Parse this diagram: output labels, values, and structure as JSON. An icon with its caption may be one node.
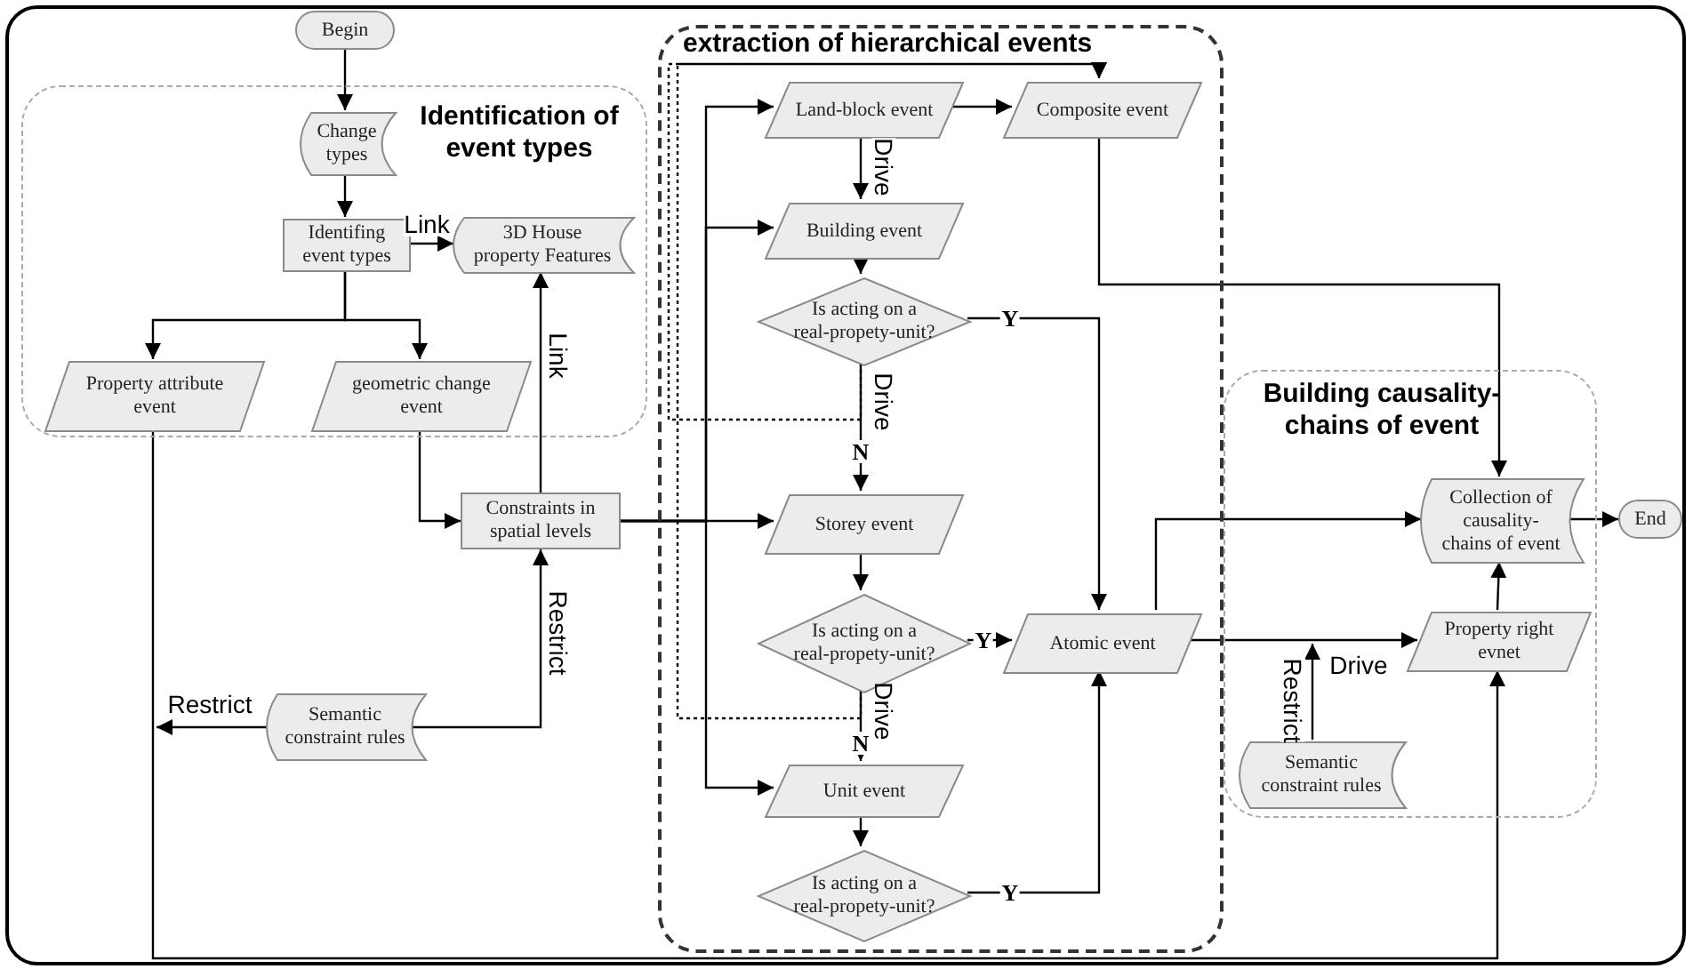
{
  "diagram": {
    "nodes": [
      {
        "text": [
          "Begin"
        ]
      },
      {
        "text": [
          "Identification of event types"
        ]
      },
      {
        "text": [
          "Change types"
        ],
        "in": 1
      },
      {
        "text": [
          "Identifing event types"
        ],
        "in": 1
      },
      {
        "text": [
          "3D House property Features"
        ],
        "in": 1
      },
      {
        "text": [
          "Property attribute event"
        ],
        "in": 1
      },
      {
        "text": [
          "geometric change event"
        ],
        "in": 1
      },
      {
        "text": [
          "extraction of hierarchical events"
        ]
      },
      {
        "text": [
          "Land-block event"
        ],
        "in": 7
      },
      {
        "text": [
          "Composite event"
        ],
        "in": 7
      },
      {
        "text": [
          "Building event"
        ],
        "in": 7
      },
      {
        "text": [
          "Is acting on a real-propety-unit?"
        ],
        "in": 7
      },
      {
        "text": [
          "Constraints in spatial levels"
        ]
      },
      {
        "text": [
          "Storey event"
        ],
        "in": 7
      },
      {
        "text": [
          "Is acting on a real-propety-unit?"
        ],
        "in": 7
      },
      {
        "text": [
          "Atomic event"
        ],
        "in": 7
      },
      {
        "text": [
          "Semantic constraint rules"
        ]
      },
      {
        "text": [
          "Unit event"
        ],
        "in": 7
      },
      {
        "text": [
          "Is acting on a real-propety-unit?"
        ],
        "in": 7
      },
      {
        "text": [
          "Building causality-chains of event"
        ]
      },
      {
        "text": [
          "Collection of causality-chains of event"
        ],
        "in": 19
      },
      {
        "text": [
          "End"
        ]
      },
      {
        "text": [
          "Property right evnet"
        ],
        "in": 19
      },
      {
        "text": [
          "Semantic constraint rules"
        ],
        "in": 19
      }
    ],
    "edges": [
      {
        "from": 0,
        "to": 2,
        "arrow": "to"
      },
      {
        "from": 2,
        "to": 3,
        "arrow": "to"
      },
      {
        "from": 3,
        "to": 4,
        "arrow": "to",
        "label": "Link"
      },
      {
        "from": 3,
        "to": 5,
        "arrow": "to"
      },
      {
        "from": 3,
        "to": 6,
        "arrow": "to"
      },
      {
        "from": 6,
        "to": 12,
        "arrow": "to"
      },
      {
        "from": 12,
        "to": 4,
        "arrow": "to",
        "label": "Link"
      },
      {
        "from": 16,
        "to": 12,
        "arrow": "to",
        "label": "Restrict"
      },
      {
        "from": 16,
        "to": null,
        "arrow": "to",
        "label": "Restrict"
      },
      {
        "from": 5,
        "to": 22,
        "arrow": "to"
      },
      {
        "from": 12,
        "to": 8,
        "arrow": "to"
      },
      {
        "from": 12,
        "to": 10,
        "arrow": "to"
      },
      {
        "from": 12,
        "to": 13,
        "arrow": "to"
      },
      {
        "from": 12,
        "to": 17,
        "arrow": "to"
      },
      {
        "from": 8,
        "to": 10,
        "arrow": "to",
        "label": "Drive"
      },
      {
        "from": 8,
        "to": 9,
        "arrow": "to"
      },
      {
        "from": 10,
        "to": 11,
        "arrow": "to"
      },
      {
        "from": 11,
        "to": 13,
        "arrow": "to",
        "label": "N"
      },
      {
        "from": 11,
        "to": 15,
        "arrow": "to",
        "label": "Y"
      },
      {
        "from": 11,
        "to": 9,
        "arrow": "to",
        "style": "dashed"
      },
      {
        "from": 13,
        "to": 14,
        "arrow": "to"
      },
      {
        "from": 14,
        "to": 15,
        "arrow": "to",
        "label": "Y"
      },
      {
        "from": 14,
        "to": 17,
        "arrow": "to",
        "label": "N"
      },
      {
        "from": 14,
        "to": 9,
        "arrow": "to",
        "style": "dashed"
      },
      {
        "from": 17,
        "to": 18,
        "arrow": "to"
      },
      {
        "from": 18,
        "to": 15,
        "arrow": "to",
        "label": "Y"
      },
      {
        "from": 9,
        "to": 20,
        "arrow": "to"
      },
      {
        "from": 15,
        "to": 20,
        "arrow": "to"
      },
      {
        "from": 15,
        "to": 22,
        "arrow": "to",
        "label": "Drive"
      },
      {
        "from": 23,
        "to": null,
        "arrow": "to",
        "label": "Restrict"
      },
      {
        "from": 22,
        "to": 20,
        "arrow": "to"
      },
      {
        "from": 20,
        "to": 21,
        "arrow": "to"
      }
    ],
    "labels": [
      "Drive",
      "Drive"
    ]
  }
}
